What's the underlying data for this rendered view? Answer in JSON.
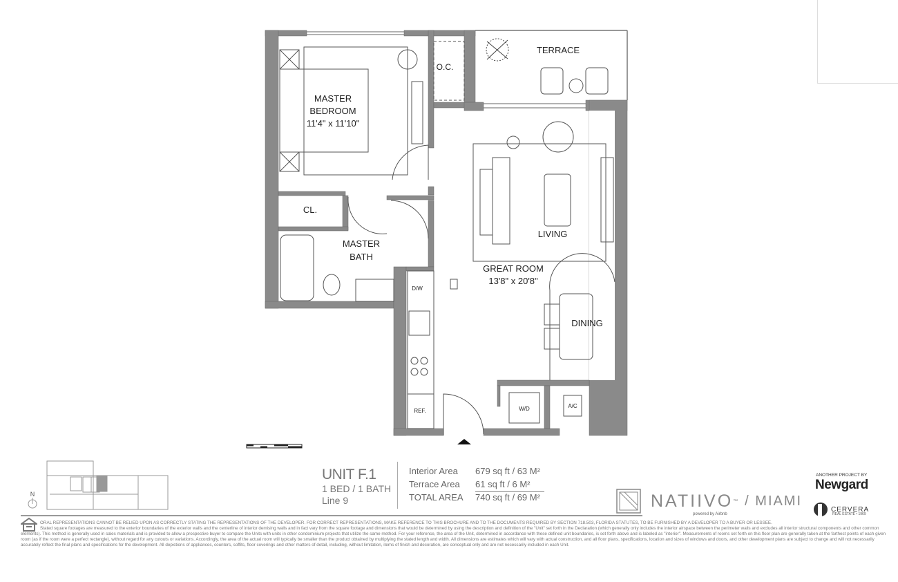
{
  "rooms": {
    "master_bedroom": {
      "name_line1": "MASTER",
      "name_line2": "BEDROOM",
      "dims": "11'4\" x 11'10\""
    },
    "oc": "O.C.",
    "terrace": "TERRACE",
    "closet": "CL.",
    "master_bath": {
      "name_line1": "MASTER",
      "name_line2": "BATH"
    },
    "living": "LIVING",
    "great_room": {
      "name": "GREAT ROOM",
      "dims": "13'8\" x 20'8\""
    },
    "dining": "DINING",
    "dw": "D/W",
    "ref": "REF.",
    "wd": "W/D",
    "ac": "A/C"
  },
  "key_plan": {
    "north_label": "N"
  },
  "unit": {
    "title": "UNIT F.1",
    "bed_bath": "1 BED / 1 BATH",
    "line": "Line 9"
  },
  "areas": [
    {
      "label": "Interior Area",
      "value": "679 sq ft / 63 M²"
    },
    {
      "label": "Terrace Area",
      "value": "61 sq ft / 6 M²"
    },
    {
      "label": "TOTAL AREA",
      "value": "740 sq ft / 69 M²"
    }
  ],
  "brand": {
    "name": "NATIIVO",
    "tm": "™",
    "city": "/ MIAMI",
    "powered_by": "powered by Airbnb",
    "another_project": "ANOTHER PROJECT BY",
    "developer": "Newgard",
    "partner": "CERVERA",
    "partner_sub": "REAL ESTATE • 1969"
  },
  "disclaimer": [
    "ORAL REPRESENTATIONS CANNOT BE RELIED UPON AS CORRECTLY STATING THE REPRESENTATIONS OF THE DEVELOPER.  FOR CORRECT REPRESENTATIONS, MAKE REFERENCE TO THIS BROCHURE AND TO THE DOCUMENTS REQUIRED BY SECTION 718.503, FLORIDA STATUTES, TO BE FURNISHED BY A DEVELOPER TO A BUYER OR LESSEE.",
    "Stated square footages are measured to the exterior boundaries of the exterior walls and the centerline of interior demising walls and in fact vary from the square footage and dimensions that would be determined by using the description and definition of the \"Unit\" set forth in the Declaration (which generally only includes the interior airspace between the perimeter walls and excludes all interior structural components and other common elements). This method is generally used in sales materials and is provided to allow a prospective buyer to compare the Units with units in other condominium projects that utilize the same method. For your reference, the area of the Unit, determined in accordance with these defined unit boundaries, is set forth above and is labeled as \"interior\". Measurements of rooms set forth on this floor plan are generally taken at the farthest points of each given room (as if the room were a perfect rectangle), without regard for any cutouts or variations.  Accordingly, the area of the actual room will typically be smaller than the product obtained by multiplying the stated length and width.  All dimensions are estimates which will vary with actual construction, and all floor plans, specifications, location and sizes of windows and doors, and other development plans are subject to change and will not necessarily accurately reflect the final plans and specifications for the development. All depictions of appliances, counters, soffits, floor coverings and other matters of detail, including, without limitation, items of finish and decoration, are conceptual only and are not necessarily included in each Unit."
  ],
  "colors": {
    "wall": "#8a8a8a",
    "line": "#555555",
    "text": "#222222",
    "highlight": "#999999"
  }
}
